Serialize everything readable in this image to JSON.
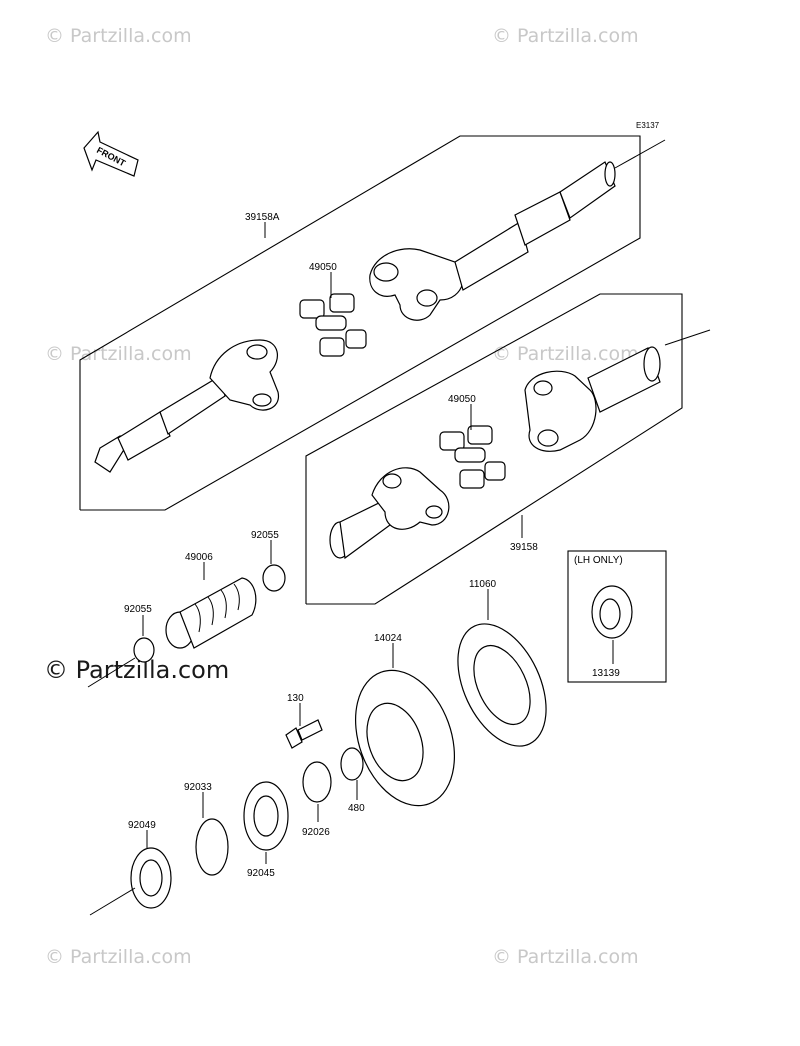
{
  "diagram_code": "E3137",
  "front_label": "FRONT",
  "lh_only_label": "(LH ONLY)",
  "watermark": "© Partzilla.com",
  "parts": [
    {
      "number": "39158A"
    },
    {
      "number": "49050"
    },
    {
      "number": "49050"
    },
    {
      "number": "39158"
    },
    {
      "number": "92055"
    },
    {
      "number": "49006"
    },
    {
      "number": "92055"
    },
    {
      "number": "11060"
    },
    {
      "number": "14024"
    },
    {
      "number": "130"
    },
    {
      "number": "480"
    },
    {
      "number": "92026"
    },
    {
      "number": "92033"
    },
    {
      "number": "92049"
    },
    {
      "number": "92045"
    },
    {
      "number": "13139"
    }
  ]
}
